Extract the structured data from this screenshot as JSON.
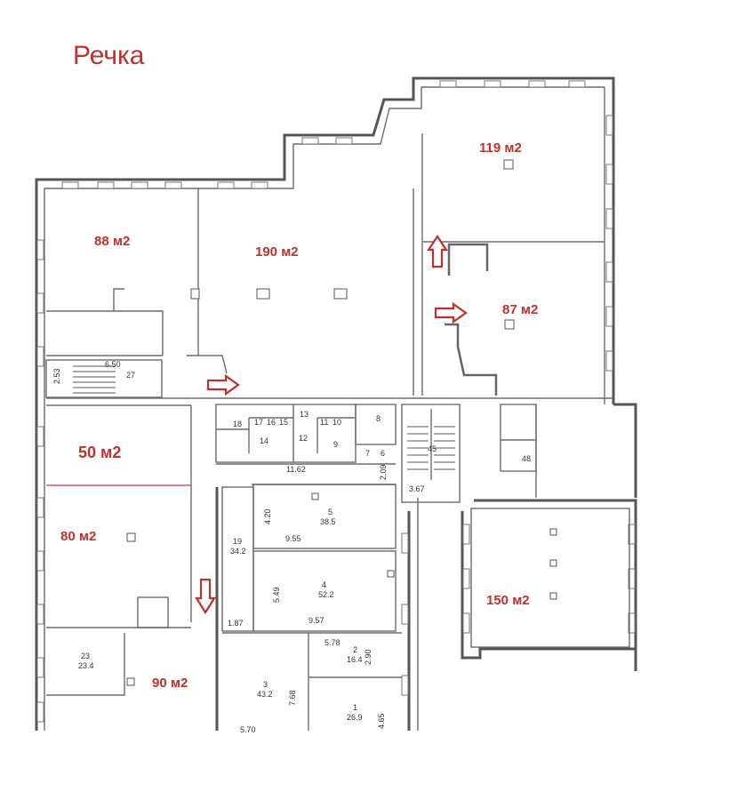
{
  "title": "Речка",
  "areas": {
    "a88": "88 м2",
    "a190": "190 м2",
    "a119": "119 м2",
    "a87": "87 м2",
    "a50": "50 м2",
    "a80": "80 м2",
    "a90": "90 м2",
    "a150": "150 м2"
  },
  "rooms": {
    "r27_dim": "6.50",
    "r27_num": "27",
    "r27_side": "2.53",
    "r18": "18",
    "r17": "17",
    "r16": "16",
    "r15": "15",
    "r14": "14",
    "r13": "13",
    "r12": "12",
    "r11": "11",
    "r10": "10",
    "r9": "9",
    "r8": "8",
    "r7": "7",
    "r6": "6",
    "corr_len": "11.62",
    "corr_w": "2.09",
    "r45": "45",
    "stair_w": "3.67",
    "r48": "48",
    "r5_num": "5",
    "r5_area": "38.5",
    "r5_h": "4.20",
    "r5_w": "9.55",
    "r19_num": "19",
    "r19_area": "34.2",
    "r4_num": "4",
    "r4_area": "52.2",
    "r4_h": "5.49",
    "r4_w": "9.57",
    "hall_w": "1.87",
    "r23_num": "23",
    "r23_area": "23.4",
    "r2_w": "5.78",
    "r2_num": "2",
    "r2_area": "16.4",
    "r2_h": "2.90",
    "r3_num": "3",
    "r3_area": "43.2",
    "r3_h": "7.68",
    "r3_w": "5.70",
    "r1_num": "1",
    "r1_area": "26.9",
    "r1_h": "4.65"
  },
  "colors": {
    "label": "#c0302c",
    "wall": "#555555"
  }
}
